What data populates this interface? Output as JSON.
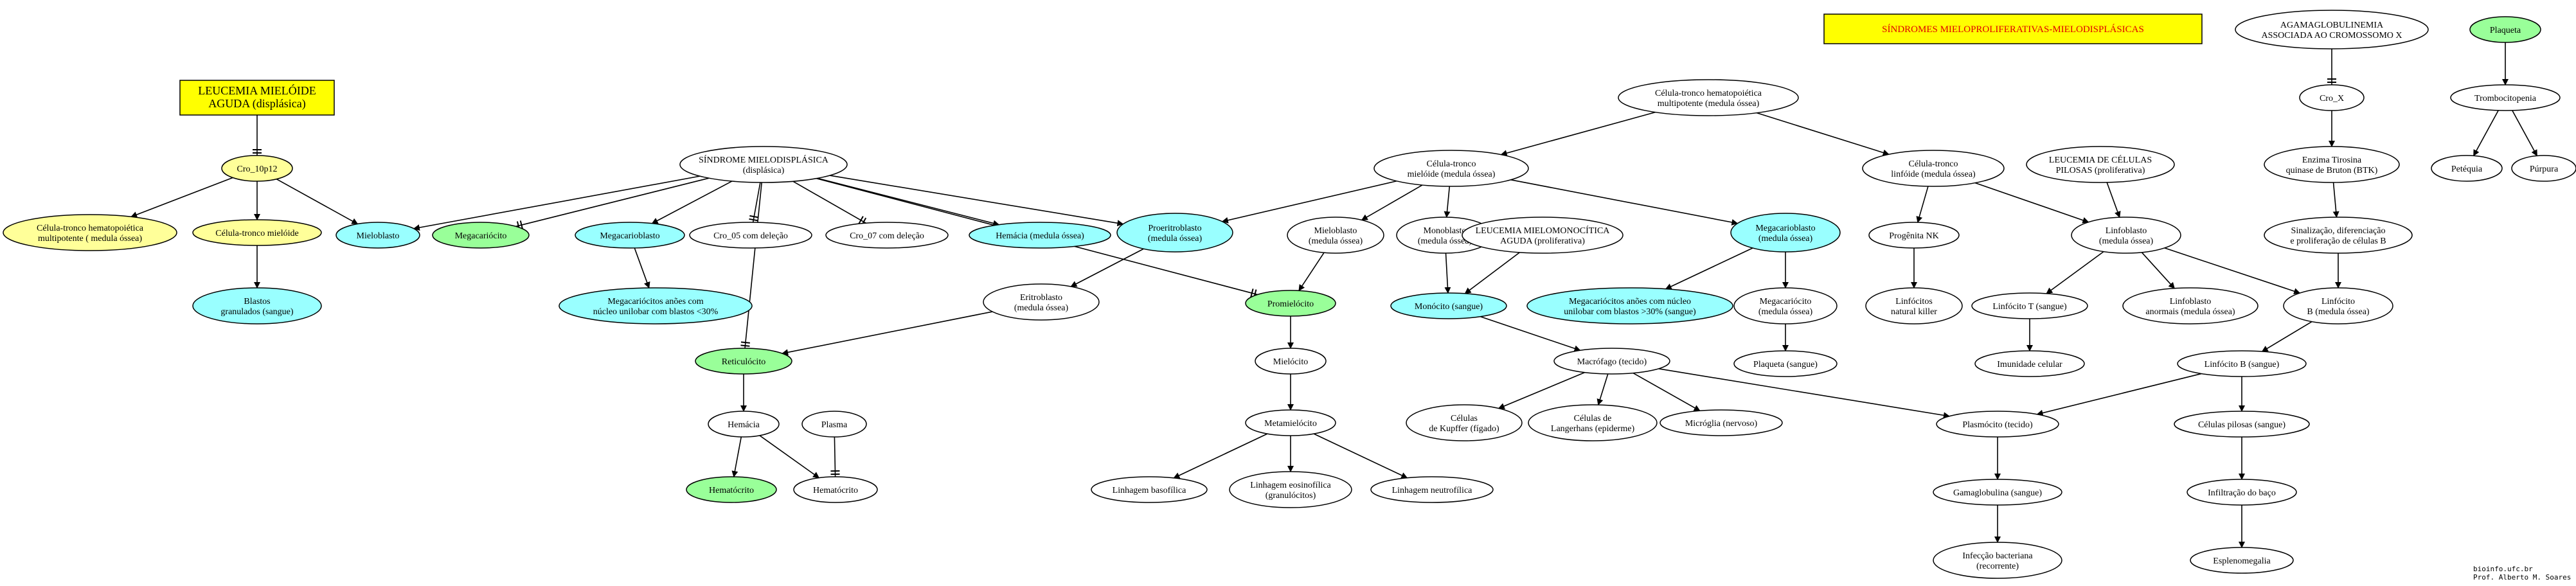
{
  "colors": {
    "white": "#ffffff",
    "yellow": "#ffff99",
    "cyan": "#99ffff",
    "green": "#99ff99",
    "box": "#ffff00",
    "red": "#e00000"
  },
  "nodes": [
    {
      "id": "leucemia_aguda",
      "lines": [
        "LEUCEMIA MIELÓIDE",
        "AGUDA (displásica)"
      ],
      "fill": "box",
      "shape": "box"
    },
    {
      "id": "cro10",
      "lines": [
        "Cro_10p12"
      ],
      "fill": "yellow"
    },
    {
      "id": "ct_hemato_left",
      "lines": [
        "Célula-tronco hematopoiética",
        "multipotente ( medula óssea)"
      ],
      "fill": "yellow"
    },
    {
      "id": "ct_mieloide_left",
      "lines": [
        "Célula-tronco mielóide"
      ],
      "fill": "yellow"
    },
    {
      "id": "blastos",
      "lines": [
        "Blastos",
        "granulados (sangue)"
      ],
      "fill": "cyan"
    },
    {
      "id": "mieloblasto_c",
      "lines": [
        "Mieloblasto"
      ],
      "fill": "cyan"
    },
    {
      "id": "megacariocito_g",
      "lines": [
        "Megacariócito"
      ],
      "fill": "green"
    },
    {
      "id": "sindrome_md",
      "lines": [
        "SÍNDROME MIELODISPLÁSICA",
        "(displásica)"
      ],
      "fill": "white"
    },
    {
      "id": "megacarioblasto_c",
      "lines": [
        "Megacarioblasto"
      ],
      "fill": "cyan"
    },
    {
      "id": "cro05",
      "lines": [
        "Cro_05 com deleção"
      ],
      "fill": "white"
    },
    {
      "id": "cro07",
      "lines": [
        "Cro_07 com deleção"
      ],
      "fill": "white"
    },
    {
      "id": "hemacia_mo",
      "lines": [
        "Hemácia (medula óssea)"
      ],
      "fill": "cyan"
    },
    {
      "id": "proeritroblasto",
      "lines": [
        "Proeritroblasto",
        "(medula óssea)"
      ],
      "fill": "cyan"
    },
    {
      "id": "megacariocitos_anoes30",
      "lines": [
        "Megacariócitos anões com",
        "núcleo unilobar com blastos <30%"
      ],
      "fill": "cyan"
    },
    {
      "id": "eritroblasto",
      "lines": [
        "Eritroblasto",
        "(medula óssea)"
      ],
      "fill": "white"
    },
    {
      "id": "reticulocito",
      "lines": [
        "Reticulócito"
      ],
      "fill": "green"
    },
    {
      "id": "hemacia",
      "lines": [
        "Hemácia"
      ],
      "fill": "white"
    },
    {
      "id": "plasma",
      "lines": [
        "Plasma"
      ],
      "fill": "white"
    },
    {
      "id": "hematocrito_g",
      "lines": [
        "Hematócrito"
      ],
      "fill": "green"
    },
    {
      "id": "hematocrito",
      "lines": [
        "Hematócrito"
      ],
      "fill": "white"
    },
    {
      "id": "ct_hemato_top",
      "lines": [
        "Célula-tronco hematopoiética",
        "multipotente (medula óssea)"
      ],
      "fill": "white"
    },
    {
      "id": "ct_mieloide",
      "lines": [
        "Célula-tronco",
        "mielóide (medula óssea)"
      ],
      "fill": "white"
    },
    {
      "id": "ct_linfoide",
      "lines": [
        "Célula-tronco",
        "linfóide (medula óssea)"
      ],
      "fill": "white"
    },
    {
      "id": "mieloblasto_mo",
      "lines": [
        "Mieloblasto",
        "(medula óssea)"
      ],
      "fill": "white"
    },
    {
      "id": "monoblasto",
      "lines": [
        "Monoblasto",
        "(medula óssea)"
      ],
      "fill": "white"
    },
    {
      "id": "leucemia_mielomono",
      "lines": [
        "LEUCEMIA MIELOMONOCÍTICA",
        "AGUDA (proliferativa)"
      ],
      "fill": "white"
    },
    {
      "id": "megacarioblasto_mo",
      "lines": [
        "Megacarioblasto",
        "(medula óssea)"
      ],
      "fill": "cyan"
    },
    {
      "id": "promielocito",
      "lines": [
        "Promielócito"
      ],
      "fill": "green"
    },
    {
      "id": "monocito",
      "lines": [
        "Monócito (sangue)"
      ],
      "fill": "cyan"
    },
    {
      "id": "megacariocitos_anoes30b",
      "lines": [
        "Megacariócitos anões com núcleo",
        "unilobar com blastos >30% (sangue)"
      ],
      "fill": "cyan"
    },
    {
      "id": "megacariocito_mo",
      "lines": [
        "Megacariócito",
        "(medula óssea)"
      ],
      "fill": "white"
    },
    {
      "id": "mielocito",
      "lines": [
        "Mielócito"
      ],
      "fill": "white"
    },
    {
      "id": "macrofago",
      "lines": [
        "Macrófago (tecido)"
      ],
      "fill": "white"
    },
    {
      "id": "plaqueta_sangue",
      "lines": [
        "Plaqueta (sangue)"
      ],
      "fill": "white"
    },
    {
      "id": "metamielocito",
      "lines": [
        "Metamielócito"
      ],
      "fill": "white"
    },
    {
      "id": "kupffer",
      "lines": [
        "Células",
        "de Kupffer (fígado)"
      ],
      "fill": "white"
    },
    {
      "id": "langerhans",
      "lines": [
        "Células de",
        "Langerhans (epiderme)"
      ],
      "fill": "white"
    },
    {
      "id": "microglia",
      "lines": [
        "Micróglia (nervoso)"
      ],
      "fill": "white"
    },
    {
      "id": "lin_basofilica",
      "lines": [
        "Linhagem basofílica"
      ],
      "fill": "white"
    },
    {
      "id": "lin_eosinofilica",
      "lines": [
        "Linhagem eosinofílica",
        "(granulócitos)"
      ],
      "fill": "white"
    },
    {
      "id": "lin_neutrofilica",
      "lines": [
        "Linhagem neutrofílica"
      ],
      "fill": "white"
    },
    {
      "id": "progenita_nk",
      "lines": [
        "Progênita NK"
      ],
      "fill": "white"
    },
    {
      "id": "linfocitos_nk",
      "lines": [
        "Linfócitos",
        "natural killer"
      ],
      "fill": "white"
    },
    {
      "id": "leucemia_pilosas",
      "lines": [
        "LEUCEMIA DE CÉLULAS",
        "PILOSAS (proliferativa)"
      ],
      "fill": "white"
    },
    {
      "id": "linfoblasto",
      "lines": [
        "Linfoblasto",
        "(medula óssea)"
      ],
      "fill": "white"
    },
    {
      "id": "linfocito_t",
      "lines": [
        "Linfócito T (sangue)"
      ],
      "fill": "white"
    },
    {
      "id": "linfoblasto_anormais",
      "lines": [
        "Linfoblasto",
        "anormais (medula óssea)"
      ],
      "fill": "white"
    },
    {
      "id": "linfocito_b_mo",
      "lines": [
        "Linfócito",
        "B (medula óssea)"
      ],
      "fill": "white"
    },
    {
      "id": "imunidade",
      "lines": [
        "Imunidade celular"
      ],
      "fill": "white"
    },
    {
      "id": "linfocito_b_sangue",
      "lines": [
        "Linfócito B (sangue)"
      ],
      "fill": "white"
    },
    {
      "id": "plasmocito",
      "lines": [
        "Plasmócito (tecido)"
      ],
      "fill": "white"
    },
    {
      "id": "celulas_pilosas",
      "lines": [
        "Células pilosas (sangue)"
      ],
      "fill": "white"
    },
    {
      "id": "gamaglobulina",
      "lines": [
        "Gamaglobulina (sangue)"
      ],
      "fill": "white"
    },
    {
      "id": "infiltracao",
      "lines": [
        "Infiltração do baço"
      ],
      "fill": "white"
    },
    {
      "id": "infeccao",
      "lines": [
        "Infecção bacteriana",
        "(recorrente)"
      ],
      "fill": "white"
    },
    {
      "id": "esplenomegalia",
      "lines": [
        "Esplenomegalia"
      ],
      "fill": "white"
    },
    {
      "id": "agamaglobulinemia",
      "lines": [
        "AGAMAGLOBULINEMIA",
        "ASSOCIADA AO CROMOSSOMO X"
      ],
      "fill": "white"
    },
    {
      "id": "crox",
      "lines": [
        "Cro_X"
      ],
      "fill": "white"
    },
    {
      "id": "enzima",
      "lines": [
        "Enzima Tirosina",
        "quinase de Bruton (BTK)"
      ],
      "fill": "white"
    },
    {
      "id": "sinalizacao",
      "lines": [
        "Sinalização, diferenciação",
        "e proliferação de células B"
      ],
      "fill": "white"
    },
    {
      "id": "plaqueta_g",
      "lines": [
        "Plaqueta"
      ],
      "fill": "green"
    },
    {
      "id": "trombocitopenia",
      "lines": [
        "Trombocitopenia"
      ],
      "fill": "white"
    },
    {
      "id": "petequia",
      "lines": [
        "Petéquia"
      ],
      "fill": "white"
    },
    {
      "id": "purpura",
      "lines": [
        "Púrpura"
      ],
      "fill": "white"
    }
  ],
  "title_box": {
    "text": "SÍNDROMES MIELOPROLIFERATIVAS-MIELODISPLÁSICAS"
  },
  "credit": {
    "line1": "bioinfo.ufc.br",
    "line2": "Prof. Alberto M. Soares"
  },
  "edges": [
    [
      "leucemia_aguda",
      "cro10",
      "tee"
    ],
    [
      "cro10",
      "ct_hemato_left",
      "arrow"
    ],
    [
      "cro10",
      "ct_mieloide_left",
      "arrow"
    ],
    [
      "cro10",
      "mieloblasto_c",
      "arrow"
    ],
    [
      "ct_mieloide_left",
      "blastos",
      "arrow"
    ],
    [
      "sindrome_md",
      "mieloblasto_c",
      "arrow"
    ],
    [
      "sindrome_md",
      "megacariocito_g",
      "tee"
    ],
    [
      "sindrome_md",
      "megacarioblasto_c",
      "arrow"
    ],
    [
      "sindrome_md",
      "cro05",
      "tee"
    ],
    [
      "sindrome_md",
      "cro07",
      "tee"
    ],
    [
      "sindrome_md",
      "hemacia_mo",
      "arrow"
    ],
    [
      "sindrome_md",
      "proeritroblasto",
      "arrow"
    ],
    [
      "sindrome_md",
      "reticulocito",
      "tee"
    ],
    [
      "sindrome_md",
      "promielocito",
      "tee"
    ],
    [
      "megacarioblasto_c",
      "megacariocitos_anoes30",
      "arrow"
    ],
    [
      "proeritroblasto",
      "eritroblasto",
      "arrow"
    ],
    [
      "eritroblasto",
      "reticulocito",
      "arrow"
    ],
    [
      "reticulocito",
      "hemacia",
      "arrow"
    ],
    [
      "hemacia",
      "hematocrito_g",
      "arrow"
    ],
    [
      "hemacia",
      "hematocrito",
      "arrow"
    ],
    [
      "plasma",
      "hematocrito",
      "tee"
    ],
    [
      "ct_hemato_top",
      "ct_mieloide",
      "arrow"
    ],
    [
      "ct_hemato_top",
      "ct_linfoide",
      "arrow"
    ],
    [
      "ct_mieloide",
      "proeritroblasto",
      "arrow"
    ],
    [
      "ct_mieloide",
      "mieloblasto_mo",
      "arrow"
    ],
    [
      "ct_mieloide",
      "monoblasto",
      "arrow"
    ],
    [
      "ct_mieloide",
      "megacarioblasto_mo",
      "arrow"
    ],
    [
      "mieloblasto_mo",
      "promielocito",
      "arrow"
    ],
    [
      "monoblasto",
      "monocito",
      "arrow"
    ],
    [
      "leucemia_mielomono",
      "monocito",
      "arrow"
    ],
    [
      "megacarioblasto_mo",
      "megacariocitos_anoes30b",
      "arrow"
    ],
    [
      "megacarioblasto_mo",
      "megacariocito_mo",
      "arrow"
    ],
    [
      "megacariocito_mo",
      "plaqueta_sangue",
      "arrow"
    ],
    [
      "promielocito",
      "mielocito",
      "arrow"
    ],
    [
      "mielocito",
      "metamielocito",
      "arrow"
    ],
    [
      "metamielocito",
      "lin_basofilica",
      "arrow"
    ],
    [
      "metamielocito",
      "lin_eosinofilica",
      "arrow"
    ],
    [
      "metamielocito",
      "lin_neutrofilica",
      "arrow"
    ],
    [
      "monocito",
      "macrofago",
      "arrow"
    ],
    [
      "macrofago",
      "kupffer",
      "arrow"
    ],
    [
      "macrofago",
      "langerhans",
      "arrow"
    ],
    [
      "macrofago",
      "microglia",
      "arrow"
    ],
    [
      "macrofago",
      "plasmocito",
      "arrow"
    ],
    [
      "ct_linfoide",
      "progenita_nk",
      "arrow"
    ],
    [
      "ct_linfoide",
      "linfoblasto",
      "arrow"
    ],
    [
      "progenita_nk",
      "linfocitos_nk",
      "arrow"
    ],
    [
      "leucemia_pilosas",
      "linfoblasto",
      "arrow"
    ],
    [
      "linfoblasto",
      "linfocito_t",
      "arrow"
    ],
    [
      "linfoblasto",
      "linfoblasto_anormais",
      "arrow"
    ],
    [
      "linfoblasto",
      "linfocito_b_mo",
      "arrow"
    ],
    [
      "linfocito_t",
      "imunidade",
      "arrow"
    ],
    [
      "linfocito_b_mo",
      "linfocito_b_sangue",
      "arrow"
    ],
    [
      "linfocito_b_sangue",
      "plasmocito",
      "arrow"
    ],
    [
      "linfocito_b_sangue",
      "celulas_pilosas",
      "arrow"
    ],
    [
      "plasmocito",
      "gamaglobulina",
      "arrow"
    ],
    [
      "gamaglobulina",
      "infeccao",
      "arrow"
    ],
    [
      "celulas_pilosas",
      "infiltracao",
      "arrow"
    ],
    [
      "infiltracao",
      "esplenomegalia",
      "arrow"
    ],
    [
      "agamaglobulinemia",
      "crox",
      "tee"
    ],
    [
      "crox",
      "enzima",
      "arrow"
    ],
    [
      "enzima",
      "sinalizacao",
      "arrow"
    ],
    [
      "sinalizacao",
      "linfocito_b_mo",
      "arrow"
    ],
    [
      "plaqueta_g",
      "trombocitopenia",
      "arrow"
    ],
    [
      "trombocitopenia",
      "petequia",
      "arrow"
    ],
    [
      "trombocitopenia",
      "purpura",
      "arrow"
    ]
  ]
}
